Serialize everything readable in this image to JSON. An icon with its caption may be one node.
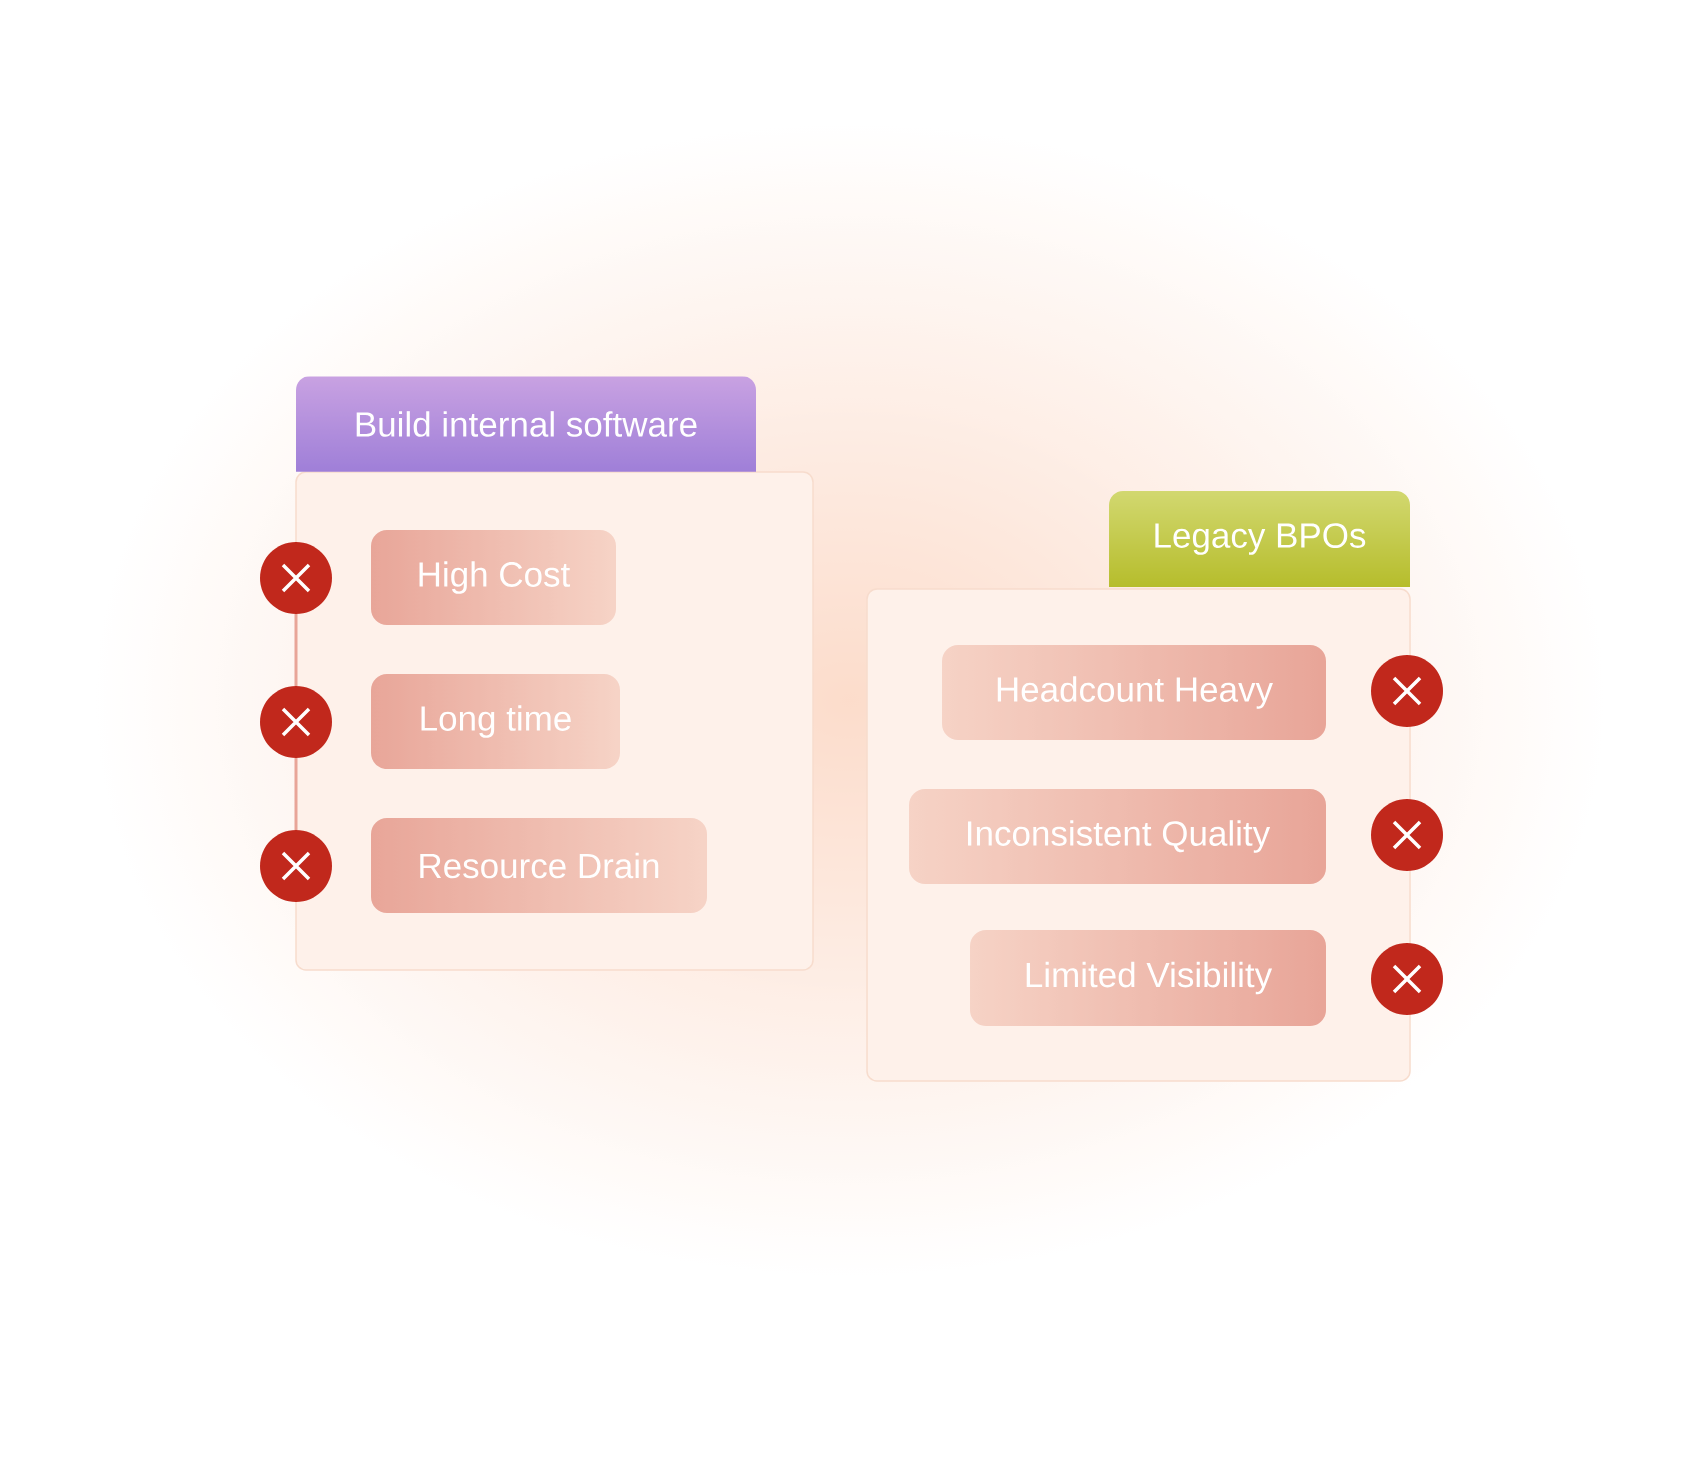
{
  "diagram": {
    "nodes": [
      {
        "text": [
          "Build internal software"
        ]
      },
      {
        "text": [
          "High Cost"
        ]
      },
      {
        "text": [
          "Long time"
        ]
      },
      {
        "text": [
          "Resource Drain"
        ]
      },
      {
        "text": [
          "Legacy BPOs"
        ]
      },
      {
        "text": [
          "Headcount Heavy"
        ]
      },
      {
        "text": [
          "Inconsistent Quality"
        ]
      },
      {
        "text": [
          "Limited Visibility"
        ]
      }
    ]
  }
}
